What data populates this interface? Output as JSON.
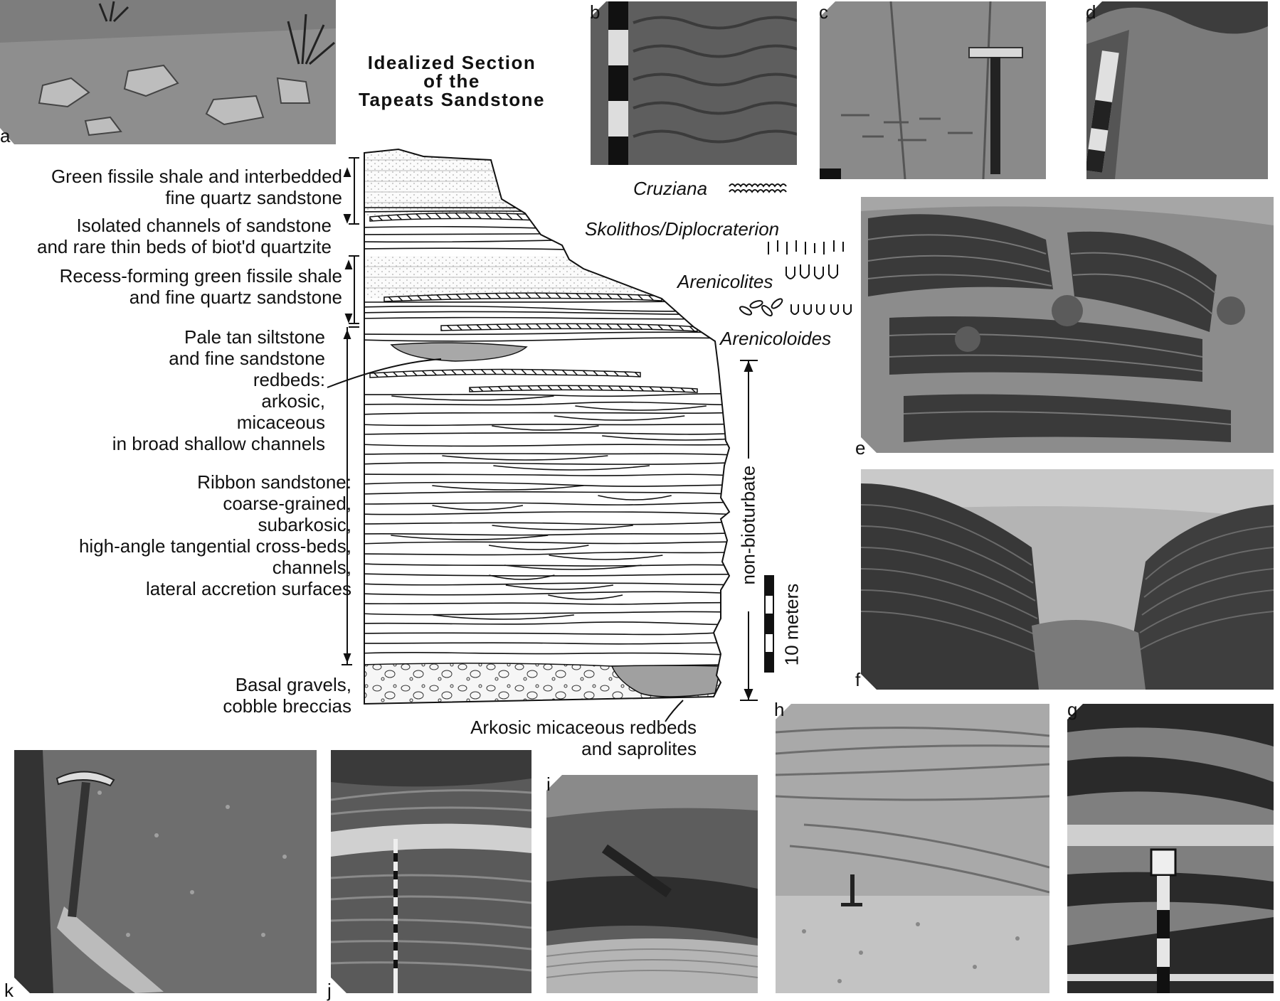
{
  "title": {
    "lines": [
      "Idealized Section",
      "of the",
      "Tapeats Sandstone"
    ]
  },
  "photo_labels": {
    "a": "a",
    "b": "b",
    "c": "c",
    "d": "d",
    "e": "e",
    "f": "f",
    "g": "g",
    "h": "h",
    "i": "i",
    "j": "j",
    "k": "k"
  },
  "units": [
    {
      "lines": [
        "Green fissile shale and interbedded",
        "fine quartz sandstone"
      ]
    },
    {
      "lines": [
        "Isolated channels of sandstone",
        "and rare thin beds of biot'd quartzite"
      ]
    },
    {
      "lines": [
        "Recess-forming green fissile shale",
        "and fine quartz sandstone"
      ]
    },
    {
      "lines": [
        "Pale tan siltstone",
        "and fine sandstone",
        "redbeds:",
        "arkosic,",
        "micaceous",
        "in broad shallow channels"
      ]
    },
    {
      "lines": [
        "Ribbon sandstone:",
        "coarse-grained,",
        "subarkosic,",
        "high-angle tangential cross-beds,",
        "channels,",
        "lateral accretion surfaces"
      ]
    },
    {
      "lines": [
        "Basal gravels,",
        "cobble breccias"
      ]
    }
  ],
  "bottom_label": {
    "lines": [
      "Arkosic micaceous redbeds",
      "and saprolites"
    ]
  },
  "trace_fossils": {
    "cruziana": "Cruziana",
    "skolithos": "Skolithos/Diplocraterion",
    "arenicolites": "Arenicolites",
    "arenicoloides": "Arenicoloides"
  },
  "vertical_labels": {
    "bioturbation": "non-bioturbate",
    "scale": "10 meters"
  }
}
